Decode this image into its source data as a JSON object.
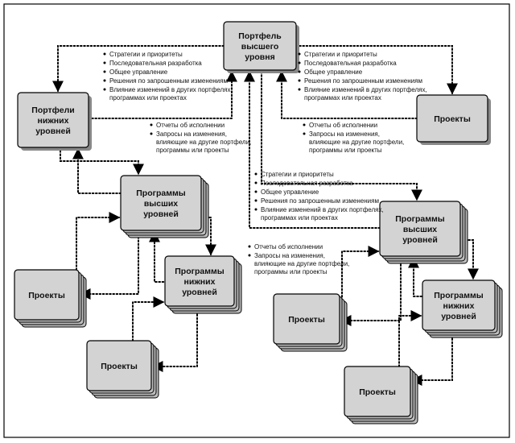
{
  "nodes": {
    "top_portfolio": {
      "lines": [
        "Портфель",
        "высшего",
        "уровня"
      ]
    },
    "lower_portfolios": {
      "lines": [
        "Портфели",
        "нижних",
        "уровней"
      ]
    },
    "projects_top_right": {
      "lines": [
        "Проекты"
      ]
    },
    "programs_high_left": {
      "lines": [
        "Программы",
        "высших",
        "уровней"
      ]
    },
    "programs_low_left": {
      "lines": [
        "Программы",
        "нижних",
        "уровней"
      ]
    },
    "projects_left": {
      "lines": [
        "Проекты"
      ]
    },
    "projects_bottom_left": {
      "lines": [
        "Проекты"
      ]
    },
    "programs_high_right": {
      "lines": [
        "Программы",
        "высших",
        "уровней"
      ]
    },
    "programs_low_right": {
      "lines": [
        "Программы",
        "нижних",
        "уровней"
      ]
    },
    "projects_mid_right": {
      "lines": [
        "Проекты"
      ]
    },
    "projects_bottom_right": {
      "lines": [
        "Проекты"
      ]
    }
  },
  "lists": {
    "directives_left": [
      [
        "Стратегии и приоритеты"
      ],
      [
        "Последовательная разработка"
      ],
      [
        "Общее управление"
      ],
      [
        "Решения по запрошенным изменениям"
      ],
      [
        "Влияние изменений в других портфелях,",
        "программах или проектах"
      ]
    ],
    "directives_right": [
      [
        "Стратегии и приоритеты"
      ],
      [
        "Последовательная разработка"
      ],
      [
        "Общее управление"
      ],
      [
        "Решения по запрошенным изменениям"
      ],
      [
        "Влияние изменений в других портфелях,",
        "программах или проектах"
      ]
    ],
    "reports_left": [
      [
        "Отчеты об исполнении"
      ],
      [
        "Запросы на изменения,",
        "влияющие на другие портфели,",
        "программы или проекты"
      ]
    ],
    "reports_right": [
      [
        "Отчеты об исполнении"
      ],
      [
        "Запросы на изменения,",
        "влияющие на другие портфели,",
        "программы или проекты"
      ]
    ],
    "directives_center": [
      [
        "Стратегии и приоритеты"
      ],
      [
        "Последовательная разработка"
      ],
      [
        "Общее управление"
      ],
      [
        "Решения по запрошенным изменениям"
      ],
      [
        "Влияние изменений в других портфелях,",
        "программах или проектах"
      ]
    ],
    "reports_center": [
      [
        "Отчеты об исполнении"
      ],
      [
        "Запросы на изменения,",
        "влияющие на другие портфели,",
        "программы или проекты"
      ]
    ]
  }
}
